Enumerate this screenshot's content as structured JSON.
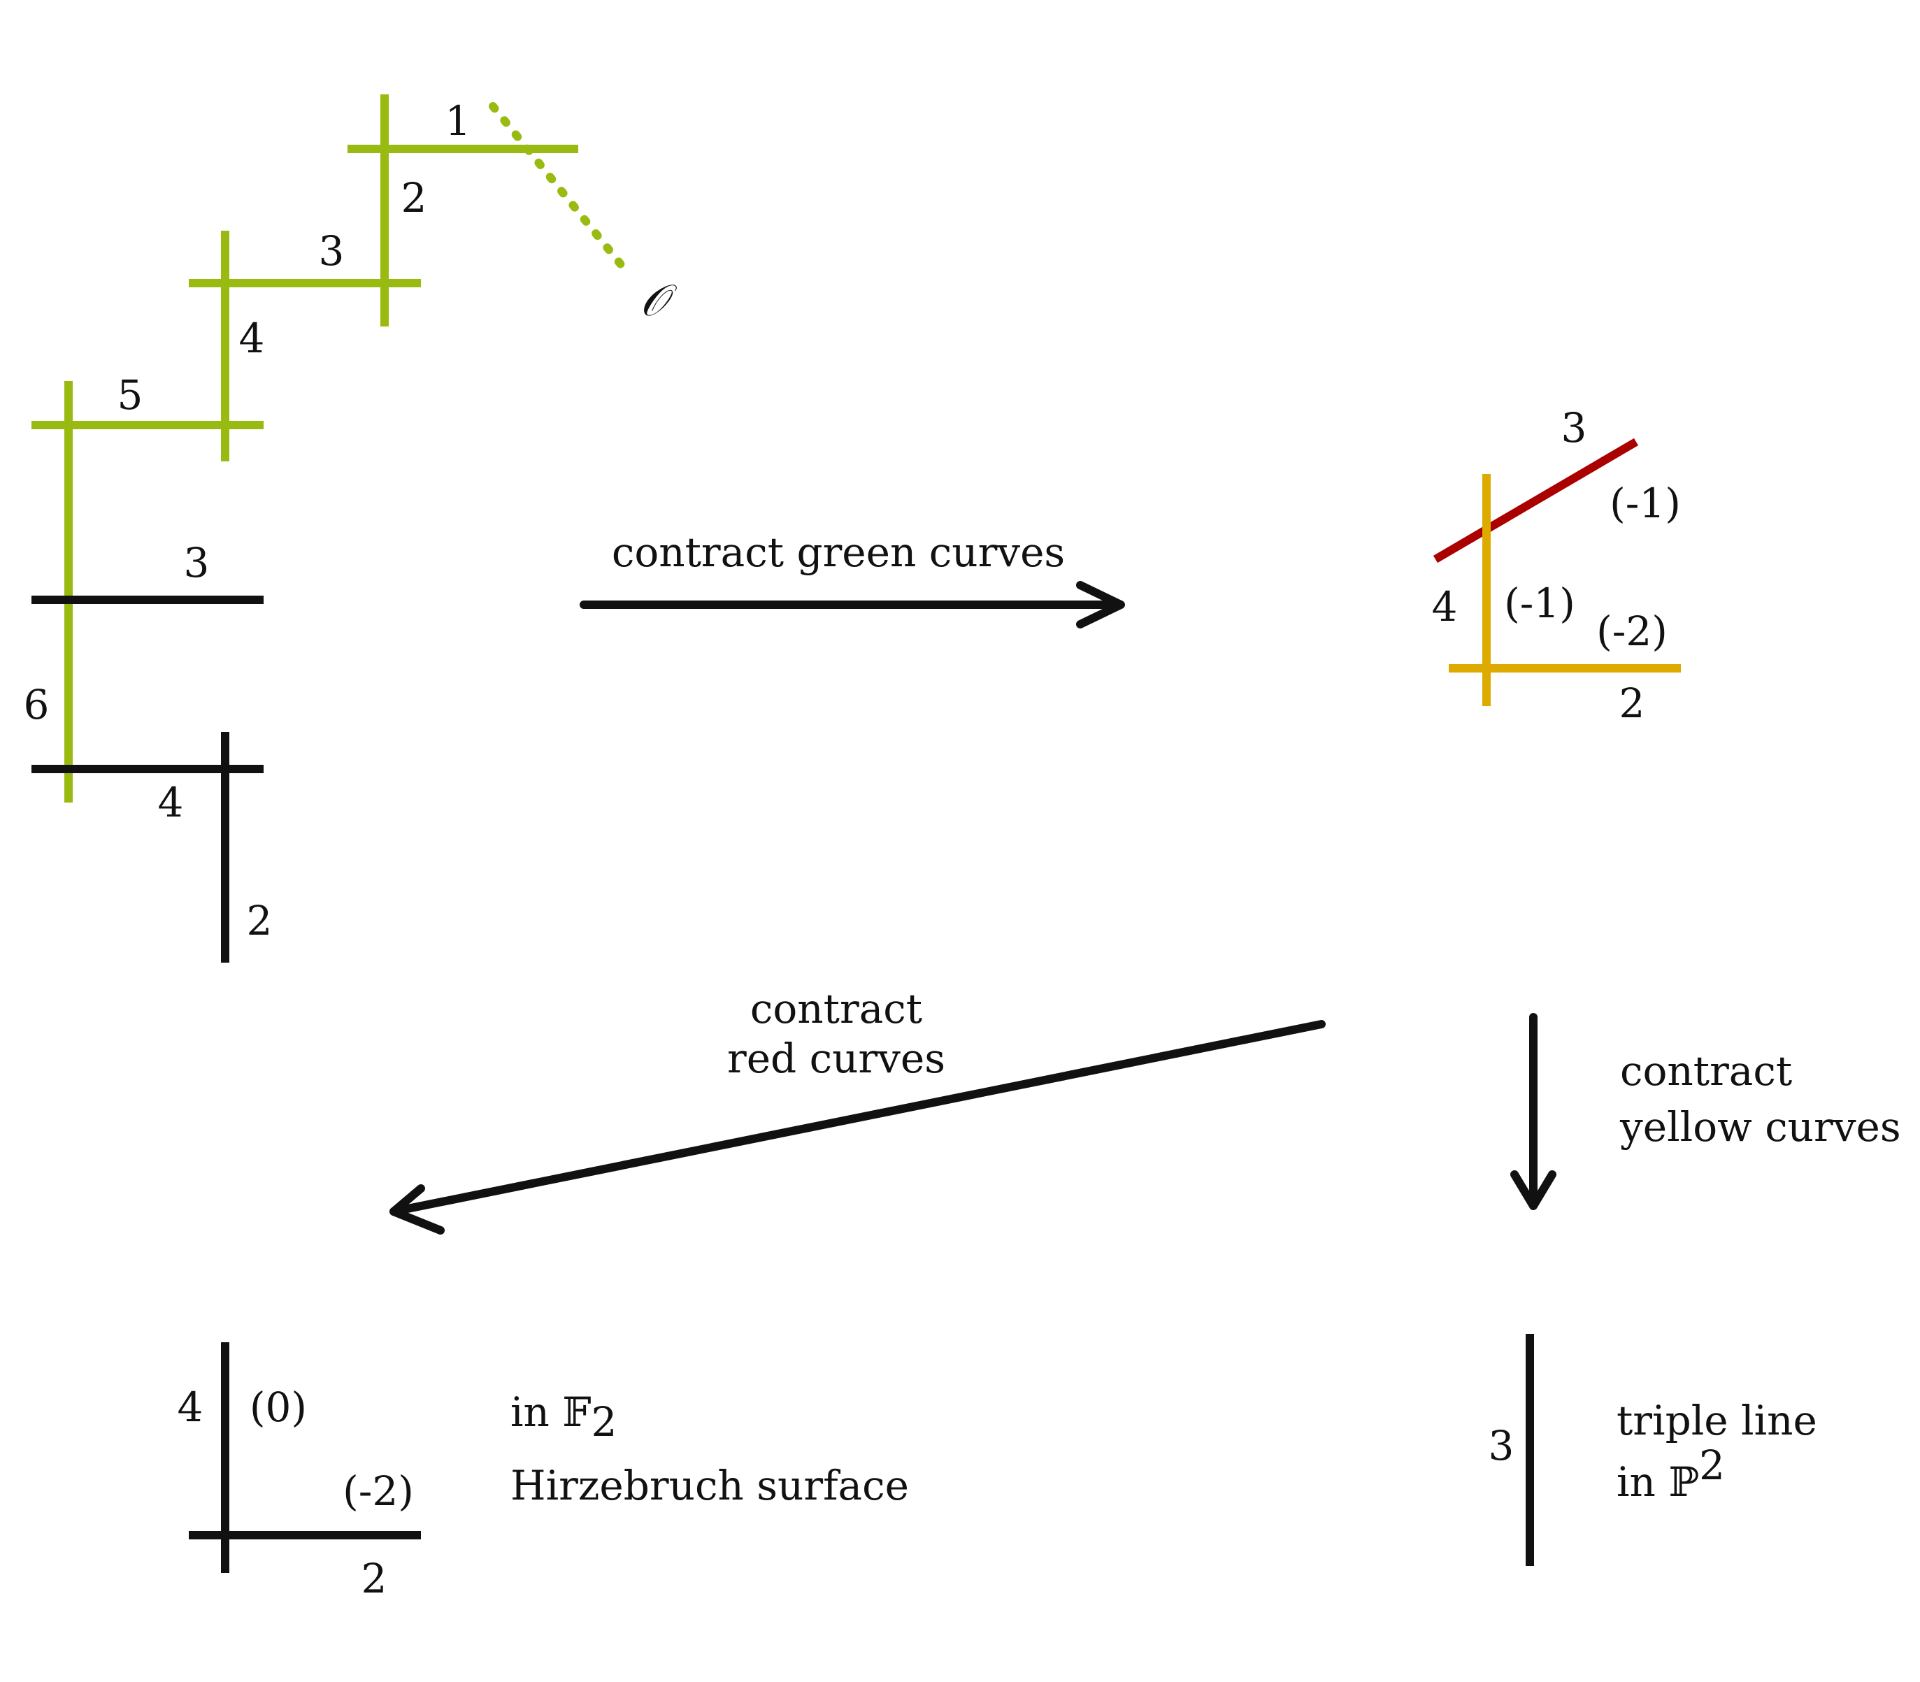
{
  "colors": {
    "green": "#99bb11",
    "black": "#111111",
    "red": "#aa0000",
    "yellow": "#ddaa00"
  },
  "top_left": {
    "green_labels": [
      "1",
      "2",
      "3",
      "4",
      "5",
      "6"
    ],
    "marked_point": "𝒪",
    "black_labels": [
      "3",
      "4",
      "2"
    ]
  },
  "arrow_1": {
    "label": "contract green curves"
  },
  "top_right": {
    "red_mult": "3",
    "red_self": "(-1)",
    "yellow_v_mult": "4",
    "yellow_v_self": "(-1)",
    "yellow_h_self": "(-2)",
    "yellow_h_mult": "2"
  },
  "arrow_2": {
    "label_line1": "contract",
    "label_line2": "red curves"
  },
  "arrow_3": {
    "label_line1": "contract",
    "label_line2": "yellow curves"
  },
  "bottom_left": {
    "v_mult": "4",
    "v_self": "(0)",
    "h_self": "(-2)",
    "h_mult": "2",
    "caption_line1": "in 𝔽",
    "caption_line1_sub": "2",
    "caption_line2": "Hirzebruch surface"
  },
  "bottom_right": {
    "mult": "3",
    "caption_line1": "triple line",
    "caption_line2": "in ℙ",
    "caption_line2_sup": "2"
  }
}
